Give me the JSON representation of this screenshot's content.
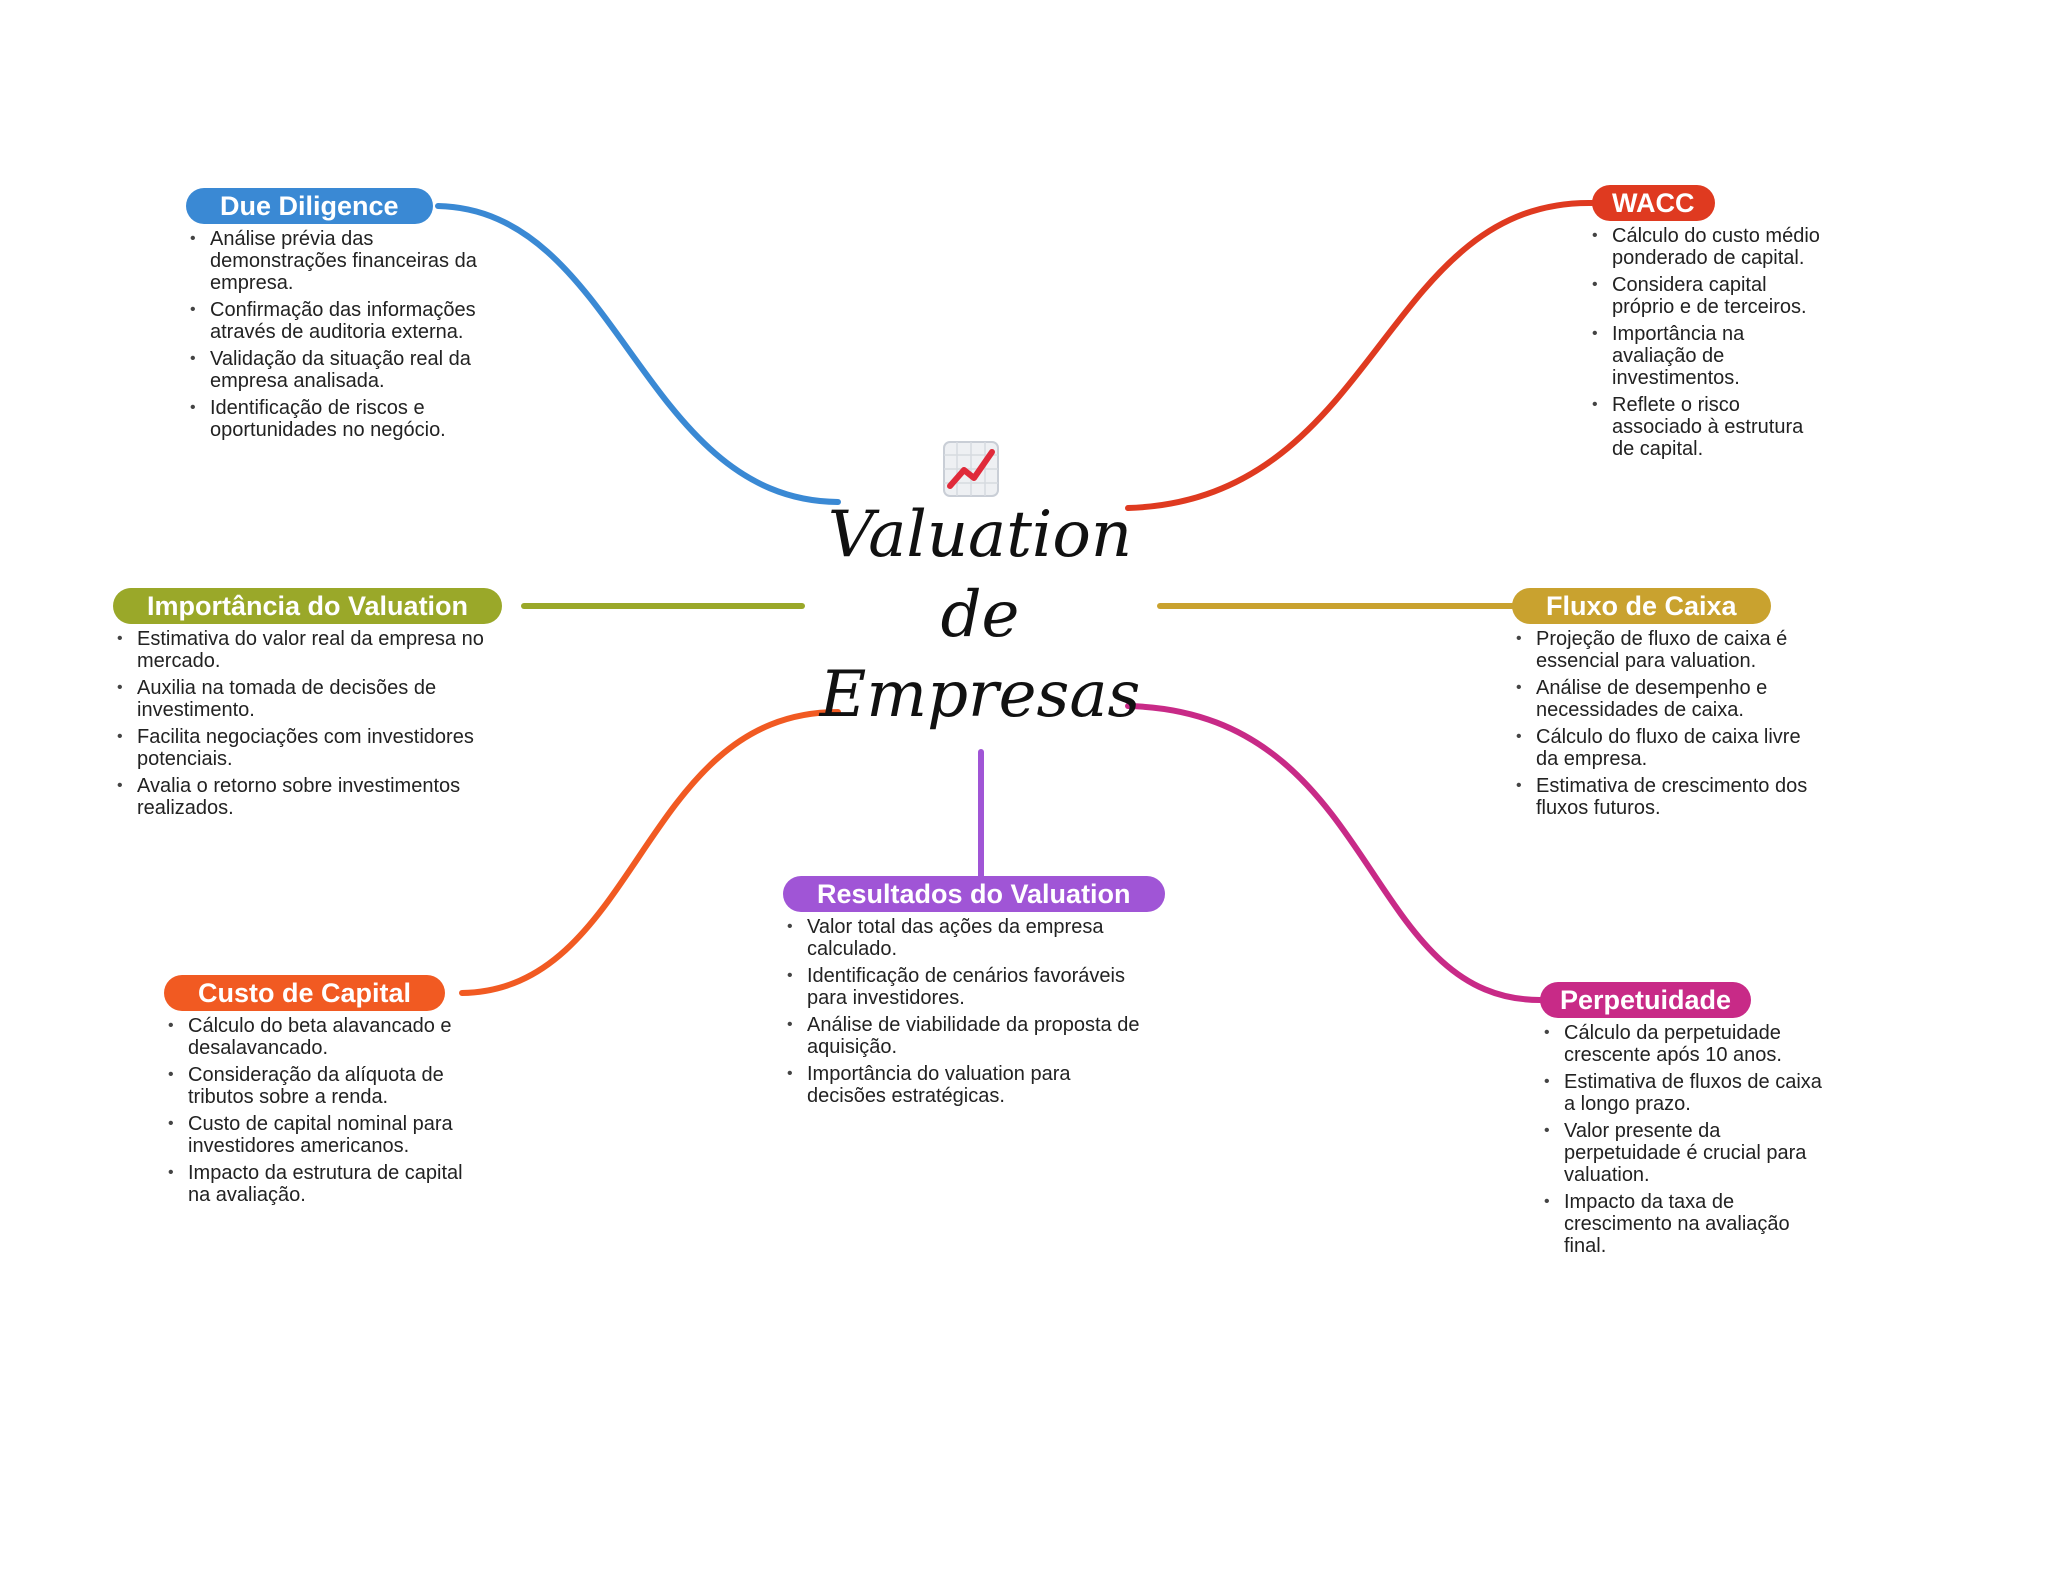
{
  "center": {
    "title_lines": [
      "Valuation",
      "de",
      "Empresas"
    ],
    "icon": "chart-increasing-icon"
  },
  "branches": [
    {
      "id": "due-diligence",
      "title": "Due Diligence",
      "color": "#3a89d4",
      "items": [
        "Análise prévia das demonstrações financeiras da empresa.",
        "Confirmação das informações através de auditoria externa.",
        "Validação da situação real da empresa analisada.",
        "Identificação de riscos e oportunidades no negócio."
      ]
    },
    {
      "id": "wacc",
      "title": "WACC",
      "color": "#df3a20",
      "items": [
        "Cálculo do custo médio ponderado de capital.",
        "Considera capital próprio e de terceiros.",
        "Importância na avaliação de investimentos.",
        "Reflete o risco associado à estrutura de capital."
      ]
    },
    {
      "id": "importancia",
      "title": "Importância do Valuation",
      "color": "#9aa829",
      "items": [
        "Estimativa do valor real da empresa no mercado.",
        "Auxilia na tomada de decisões de investimento.",
        "Facilita negociações com investidores potenciais.",
        "Avalia o retorno sobre investimentos realizados."
      ]
    },
    {
      "id": "fluxo-caixa",
      "title": "Fluxo de Caixa",
      "color": "#c9a22f",
      "items": [
        "Projeção de fluxo de caixa é essencial para valuation.",
        "Análise de desempenho e necessidades de caixa.",
        "Cálculo do fluxo de caixa livre da empresa.",
        "Estimativa de crescimento dos fluxos futuros."
      ]
    },
    {
      "id": "custo-capital",
      "title": "Custo de Capital",
      "color": "#f15a22",
      "items": [
        "Cálculo do beta alavancado e desalavancado.",
        "Consideração da alíquota de tributos sobre a renda.",
        "Custo de capital nominal para investidores americanos.",
        "Impacto da estrutura de capital na avaliação."
      ]
    },
    {
      "id": "resultados",
      "title": "Resultados do Valuation",
      "color": "#a055d6",
      "items": [
        "Valor total das ações da empresa calculado.",
        "Identificação de cenários favoráveis para investidores.",
        "Análise de viabilidade da proposta de aquisição.",
        "Importância do valuation para decisões estratégicas."
      ]
    },
    {
      "id": "perpetuidade",
      "title": "Perpetuidade",
      "color": "#c82a87",
      "items": [
        "Cálculo da perpetuidade crescente após 10 anos.",
        "Estimativa de fluxos de caixa a longo prazo.",
        "Valor presente da perpetuidade é crucial para valuation.",
        "Impacto da taxa de crescimento na avaliação final."
      ]
    }
  ]
}
